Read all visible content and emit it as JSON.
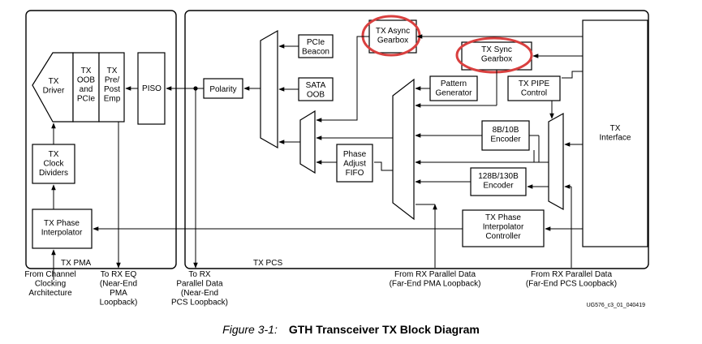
{
  "blocks": {
    "tx_driver": [
      "TX",
      "Driver"
    ],
    "tx_oob_pcie": [
      "TX",
      "OOB",
      "and",
      "PCIe"
    ],
    "tx_pre_post_emp": [
      "TX",
      "Pre/",
      "Post",
      "Emp"
    ],
    "piso": [
      "PISO"
    ],
    "polarity": [
      "Polarity"
    ],
    "tx_clock_dividers": [
      "TX",
      "Clock",
      "Dividers"
    ],
    "tx_phase_interpolator": [
      "TX Phase",
      "Interpolator"
    ],
    "pcie_beacon": [
      "PCIe",
      "Beacon"
    ],
    "sata_oob": [
      "SATA",
      "OOB"
    ],
    "tx_async_gearbox": [
      "TX Async",
      "Gearbox"
    ],
    "tx_sync_gearbox": [
      "TX Sync",
      "Gearbox"
    ],
    "pattern_generator": [
      "Pattern",
      "Generator"
    ],
    "tx_pipe_control": [
      "TX PIPE",
      "Control"
    ],
    "encoder_8b10b": [
      "8B/10B",
      "Encoder"
    ],
    "encoder_128b130b": [
      "128B/130B",
      "Encoder"
    ],
    "phase_adjust_fifo": [
      "Phase",
      "Adjust",
      "FIFO"
    ],
    "tx_interface": [
      "TX",
      "Interface"
    ],
    "tx_pi_controller": [
      "TX Phase",
      "Interpolator",
      "Controller"
    ]
  },
  "regions": {
    "tx_pma": "TX PMA",
    "tx_pcs": "TX PCS"
  },
  "io_labels": {
    "channel_clocking": [
      "From Channel",
      "Clocking",
      "Architecture"
    ],
    "to_rx_eq": [
      "To RX EQ",
      "(Near-End",
      "PMA",
      "Loopback)"
    ],
    "to_rx_parallel": [
      "To RX",
      "Parallel Data",
      "(Near-End",
      "PCS Loopback)"
    ],
    "from_rx_pma": [
      "From RX Parallel Data",
      "(Far-End PMA Loopback)"
    ],
    "from_rx_pcs": [
      "From RX Parallel Data",
      "(Far-End PCS Loopback)"
    ]
  },
  "figure_id": "UG576_c3_01_040419",
  "caption": {
    "number": "Figure 3-1:",
    "title": "GTH Transceiver TX Block Diagram"
  },
  "colors": {
    "line": "#000000",
    "highlight": "#d9403f"
  }
}
